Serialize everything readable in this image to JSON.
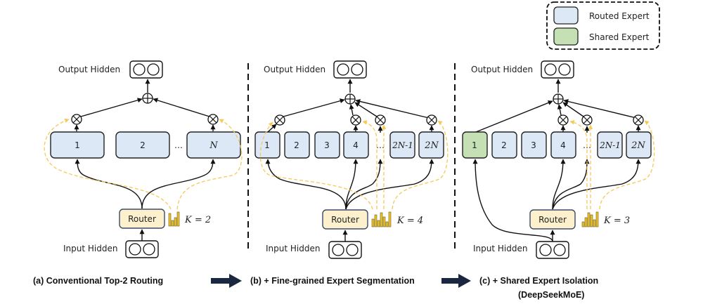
{
  "legend": {
    "routed_label": "Routed Expert",
    "shared_label": "Shared Expert",
    "routed_color": "#dce8f5",
    "shared_color": "#c5e0b4"
  },
  "colors": {
    "router_fill": "#fdf0cc",
    "router_stroke": "#3b4a6b",
    "gate_bar": "#f0c330",
    "dashed_route": "#f5c95a"
  },
  "panels": [
    {
      "id": "a",
      "output_label": "Output Hidden",
      "input_label": "Input Hidden",
      "router_label": "Router",
      "k_label": "K = 2",
      "experts": [
        "1",
        "2",
        "…",
        "N"
      ],
      "caption": "(a) Conventional Top-2 Routing"
    },
    {
      "id": "b",
      "output_label": "Output Hidden",
      "input_label": "Input Hidden",
      "router_label": "Router",
      "k_label": "K = 4",
      "experts": [
        "1",
        "2",
        "3",
        "4",
        "…",
        "2N-1",
        "2N"
      ],
      "caption": "(b) + Fine-grained Expert Segmentation"
    },
    {
      "id": "c",
      "output_label": "Output Hidden",
      "input_label": "Input Hidden",
      "router_label": "Router",
      "k_label": "K = 3",
      "experts": [
        "1",
        "2",
        "3",
        "4",
        "…",
        "2N-1",
        "2N"
      ],
      "shared_experts": [
        "1"
      ],
      "caption": "(c) + Shared Expert Isolation",
      "caption_sub": "(DeepSeekMoE)"
    }
  ]
}
